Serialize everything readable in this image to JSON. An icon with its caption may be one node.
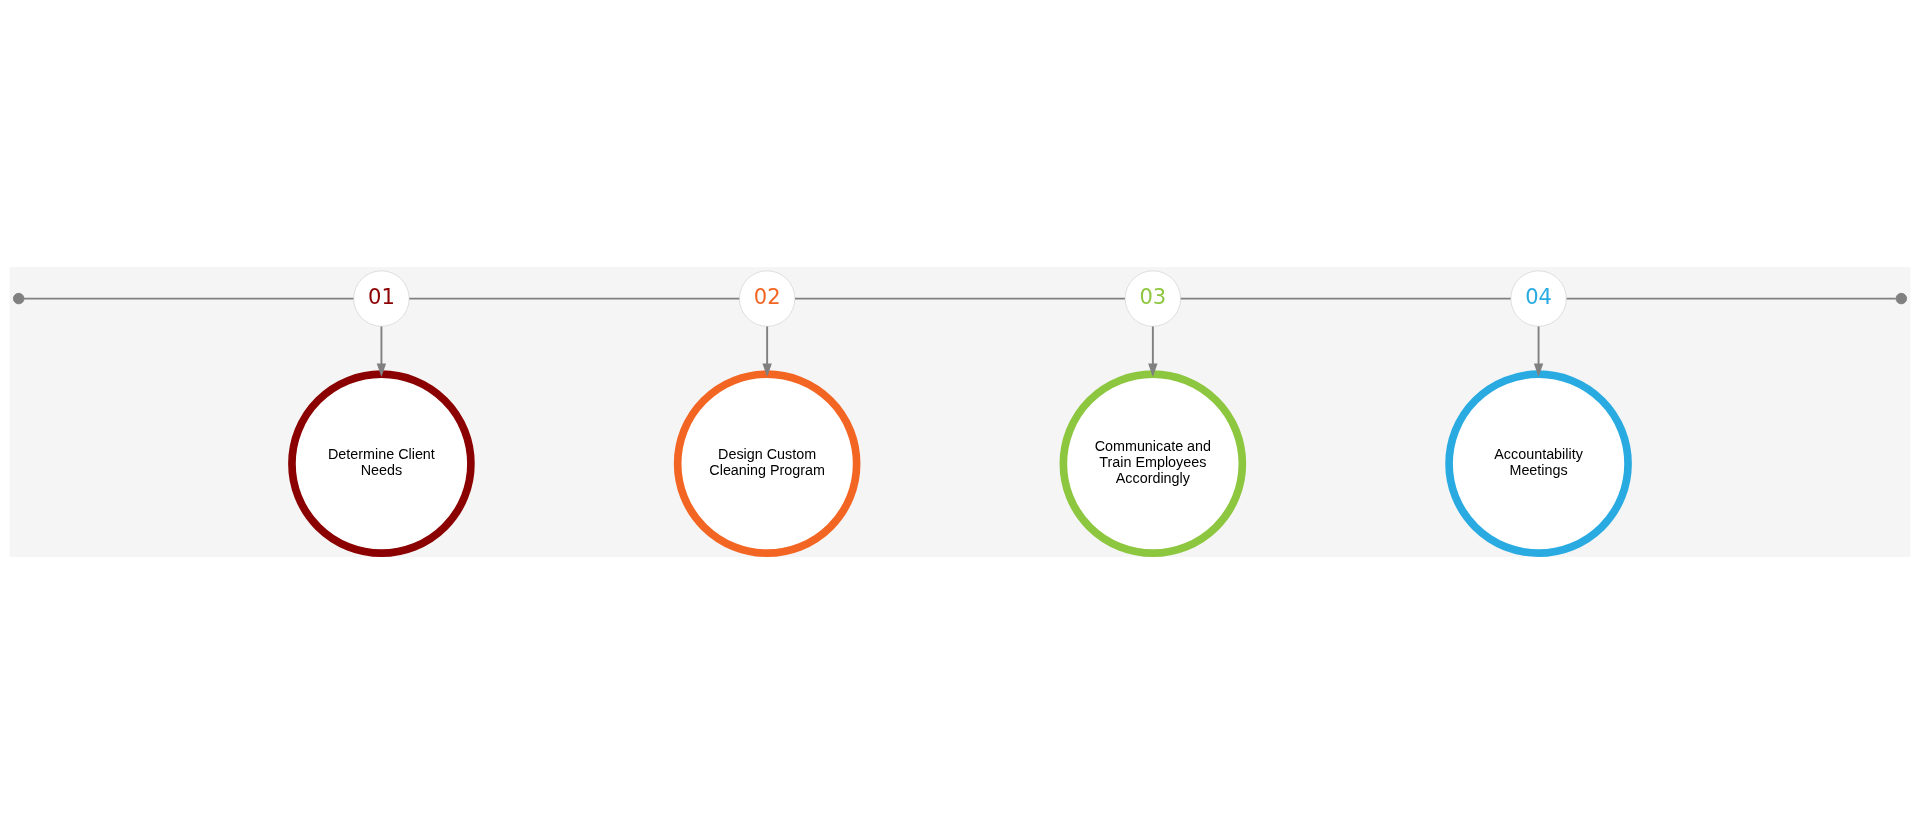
{
  "diagram": {
    "nodes": [
      {
        "text": [],
        "shape": "circle"
      },
      {
        "text": [
          "01"
        ]
      },
      {
        "text": [
          "Determine Client Needs"
        ]
      },
      {
        "text": [
          "02"
        ]
      },
      {
        "text": [
          "Design Custom Cleaning Program"
        ]
      },
      {
        "text": [
          "03"
        ]
      },
      {
        "text": [
          "Communicate and Train Employees Accordingly"
        ]
      },
      {
        "text": [
          "04"
        ]
      },
      {
        "text": [
          "Accountability Meetings"
        ]
      },
      {
        "text": [],
        "shape": "circle"
      }
    ],
    "edges": [
      {
        "from": 0,
        "to": 1,
        "arrow": "none"
      },
      {
        "from": 1,
        "to": 3,
        "arrow": "none"
      },
      {
        "from": 3,
        "to": 5,
        "arrow": "none"
      },
      {
        "from": 5,
        "to": 7,
        "arrow": "none"
      },
      {
        "from": 7,
        "to": 9,
        "arrow": "none"
      },
      {
        "from": 1,
        "to": 2,
        "arrow": "to"
      },
      {
        "from": 3,
        "to": 4,
        "arrow": "to"
      },
      {
        "from": 5,
        "to": 6,
        "arrow": "to"
      },
      {
        "from": 7,
        "to": 8,
        "arrow": "to"
      }
    ]
  }
}
